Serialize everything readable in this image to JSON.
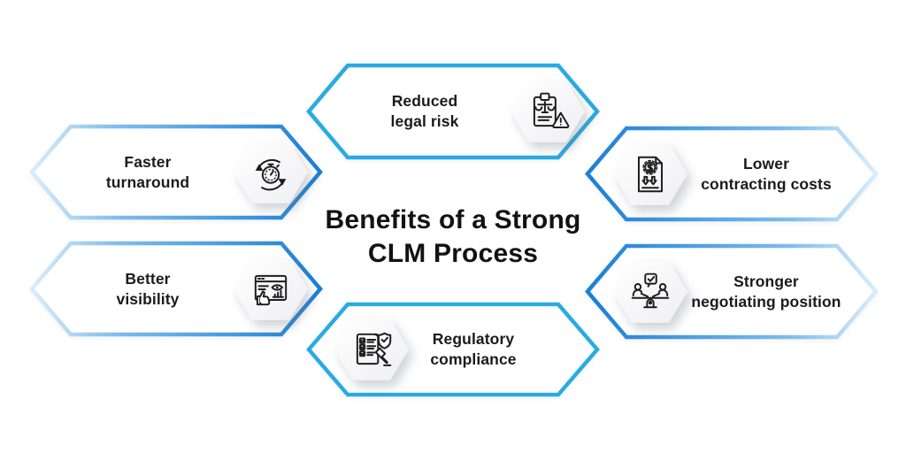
{
  "title": {
    "line1": "Benefits of a Strong",
    "line2": "CLM Process"
  },
  "colors": {
    "center_border": "#29ABE2",
    "side_border_dark": "#1B7FD4",
    "side_border_mid": "#7FBCEC",
    "side_border_light": "#D9EDFB",
    "icon_stroke": "#1D1D1D",
    "text": "#1B1B1B",
    "icon_plate": "#FFFFFF",
    "background": "#FFFFFF"
  },
  "items": [
    {
      "label_line1": "Reduced",
      "label_line2": "legal risk",
      "icon": "legal-risk-clipboard-scales-warning-icon",
      "position": "top-center",
      "icon_side": "right"
    },
    {
      "label_line1": "Faster",
      "label_line2": "turnaround",
      "icon": "turnaround-stopwatch-arrows-icon",
      "position": "left-top",
      "icon_side": "right"
    },
    {
      "label_line1": "Lower",
      "label_line2": "contracting costs",
      "icon": "contracting-costs-document-dollar-icon",
      "position": "right-top",
      "icon_side": "left"
    },
    {
      "label_line1": "Better",
      "label_line2": "visibility",
      "icon": "visibility-dashboard-eye-icon",
      "position": "left-bottom",
      "icon_side": "right"
    },
    {
      "label_line1": "Stronger",
      "label_line2": "negotiating position",
      "icon": "negotiation-people-check-icon",
      "position": "right-bottom",
      "icon_side": "left"
    },
    {
      "label_line1": "Regulatory",
      "label_line2": "compliance",
      "icon": "compliance-checklist-shield-gavel-icon",
      "position": "bottom-center",
      "icon_side": "left"
    }
  ]
}
